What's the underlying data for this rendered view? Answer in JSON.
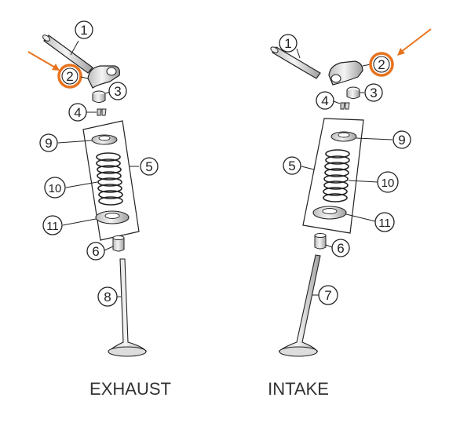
{
  "labels": {
    "exhaust": "EXHAUST",
    "intake": "INTAKE"
  },
  "callouts": {
    "c1": "1",
    "c2": "2",
    "c3": "3",
    "c4": "4",
    "c5": "5",
    "c6": "6",
    "c7": "7",
    "c8": "8",
    "c9": "9",
    "c10": "10",
    "c11": "11"
  },
  "colors": {
    "highlight": "#e8731e",
    "line": "#222222",
    "shade": "#d9d9d9"
  }
}
